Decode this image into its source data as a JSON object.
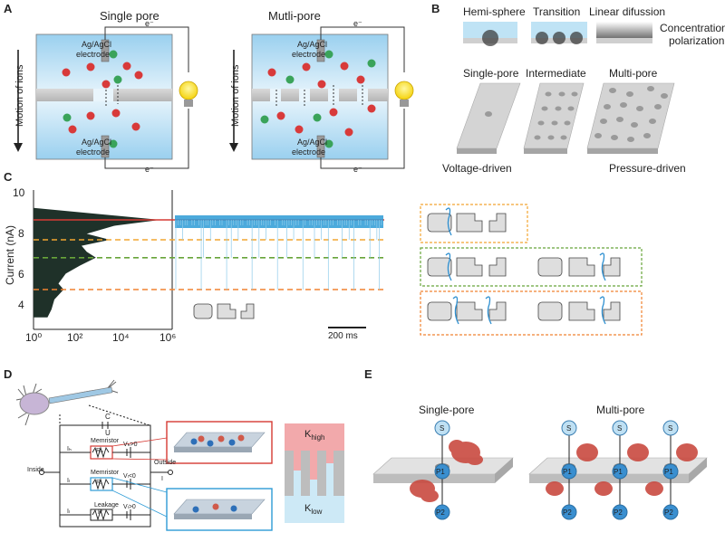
{
  "panelA": {
    "letter": "A",
    "left_title": "Single pore",
    "right_title": "Mutli-pore",
    "motion_label": "Motion of ions",
    "electrode_label": "Ag/AgCl",
    "electrode_word": "electrode",
    "electron": "e⁻"
  },
  "panelB": {
    "letter": "B",
    "regimes": [
      "Hemi-sphere",
      "Transition",
      "Linear difussion"
    ],
    "concentration_1": "Concentration",
    "concentration_2": "polarization",
    "membranes": [
      "Single-pore",
      "Intermediate",
      "Multi-pore"
    ],
    "voltage_driven": "Voltage-driven",
    "pressure_driven": "Pressure-driven"
  },
  "panelC": {
    "letter": "C",
    "chart_data": {
      "type": "line",
      "ylabel": "Current (nA)",
      "y_ticks": [
        "10",
        "8",
        "6",
        "4"
      ],
      "ylim": [
        3,
        10
      ],
      "x_scale": "log",
      "x_ticks": [
        "10⁰",
        "10²",
        "10⁴",
        "10⁶"
      ],
      "levels_nA": [
        8.5,
        7.5,
        6.6,
        5.0
      ],
      "level_colors": [
        "#d63a34",
        "#f2a531",
        "#68a53a",
        "#f08230"
      ],
      "histogram": [
        [
          8.5,
          300000
        ],
        [
          8.2,
          3000
        ],
        [
          7.8,
          200
        ],
        [
          7.5,
          2000
        ],
        [
          7.2,
          120
        ],
        [
          6.9,
          200
        ],
        [
          6.6,
          500
        ],
        [
          6.2,
          100
        ],
        [
          5.8,
          25
        ],
        [
          5.3,
          12
        ],
        [
          5.0,
          20
        ],
        [
          4.5,
          8
        ],
        [
          4.0,
          6
        ],
        [
          3.6,
          4
        ]
      ],
      "scale_bar": "200 ms"
    },
    "legend_groups": 3
  },
  "panelD": {
    "letter": "D",
    "cap_c": "C",
    "cap_u": "U",
    "memristor": "Memristor",
    "leakage": "Leakage",
    "inside": "Inside",
    "outside": "Outside",
    "v_pos": "Vₕ>0",
    "v_neg": "Vₗ<0",
    "v_l": "Vₗ>0",
    "i_h": "Iₕ",
    "i_l": "Iₗ",
    "i_leak": "Iₗ",
    "r_h": "Rₕ",
    "r_l": "Rₗ",
    "r": "R",
    "k_high": "K",
    "k_high_sub": "high",
    "k_low": "K",
    "k_low_sub": "low",
    "i": "I"
  },
  "panelE": {
    "letter": "E",
    "single_title": "Single-pore",
    "multi_title": "Multi-pore",
    "s": "S",
    "p1": "P1",
    "p2": "P2"
  },
  "colors": {
    "liquid": "#a9d7f0",
    "membrane": "#bfbfbf",
    "cation": "#d83a3a",
    "anion": "#3aa35a",
    "trace": "#2d9bd6",
    "enzyme": "#c94a40",
    "kh": "#f2a9ab",
    "kl": "#cde9f6"
  }
}
